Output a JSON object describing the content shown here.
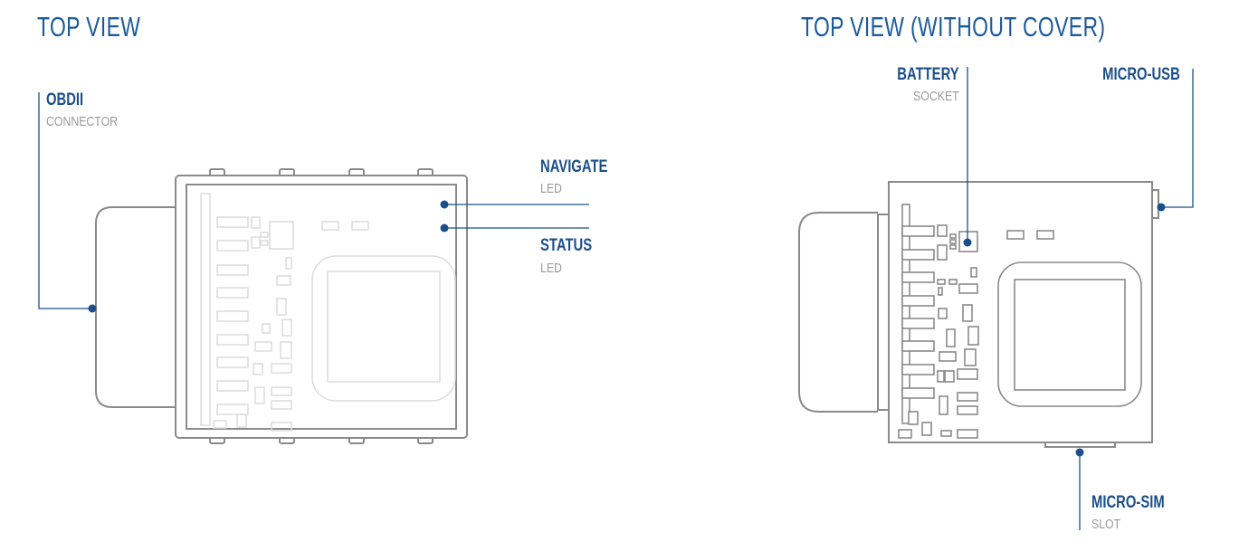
{
  "left_view": {
    "title": "TOP VIEW",
    "obdii": {
      "label": "OBDII",
      "sub": "CONNECTOR"
    },
    "navigate": {
      "label": "NAVIGATE",
      "sub": "LED"
    },
    "status": {
      "label": "STATUS",
      "sub": "LED"
    }
  },
  "right_view": {
    "title": "TOP VIEW (WITHOUT COVER)",
    "battery": {
      "label": "BATTERY",
      "sub": "SOCKET"
    },
    "micro_usb": {
      "label": "MICRO-USB"
    },
    "micro_sim": {
      "label": "MICRO-SIM",
      "sub": "SLOT"
    }
  },
  "colors": {
    "accent": "#1b5a9b",
    "label": "#1b4f8a",
    "sub_label": "#9a9a9a",
    "outline": "#8a8a8a",
    "faint_outline": "#dcdcdc",
    "leader_dot": "#1b4f8a"
  }
}
